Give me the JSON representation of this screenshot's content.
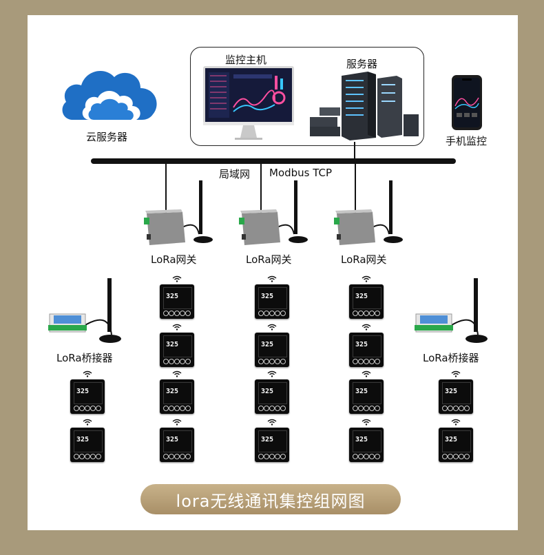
{
  "labels": {
    "cloud": "云服务器",
    "host": "监控主机",
    "server": "服务器",
    "phone": "手机监控",
    "lan": "局域网",
    "protocol": "Modbus TCP",
    "gateway": "LoRa网关",
    "bridge": "LoRa桥接器",
    "title": "lora无线通讯集控组网图"
  },
  "thermostat_reading": "325",
  "colors": {
    "background": "#a89a7b",
    "panel": "#ffffff",
    "cloud": "#1f6fc5",
    "title_bar": "#b9a27b"
  }
}
